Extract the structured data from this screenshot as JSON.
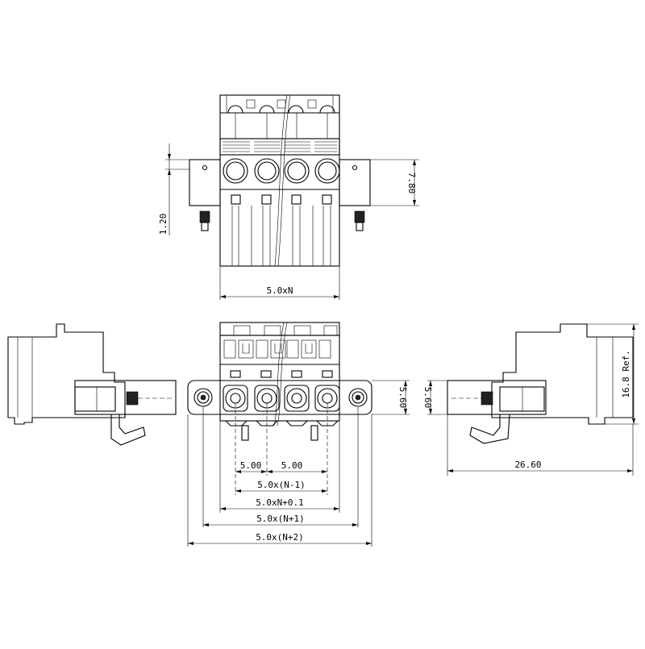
{
  "dimensions": {
    "top_width": "5.0xN",
    "top_height": "7.80",
    "top_offset": "1.20",
    "front_pitch_left": "5.00",
    "front_pitch_right": "5.00",
    "front_n_minus_1": "5.0x(N-1)",
    "front_n_plus_0_1": "5.0xN+0.1",
    "front_n_plus_1": "5.0x(N+1)",
    "front_n_plus_2": "5.0x(N+2)",
    "front_height": "5.60",
    "right_height": "5.60",
    "right_depth": "26.60",
    "right_total_height": "16.8 Ref."
  }
}
